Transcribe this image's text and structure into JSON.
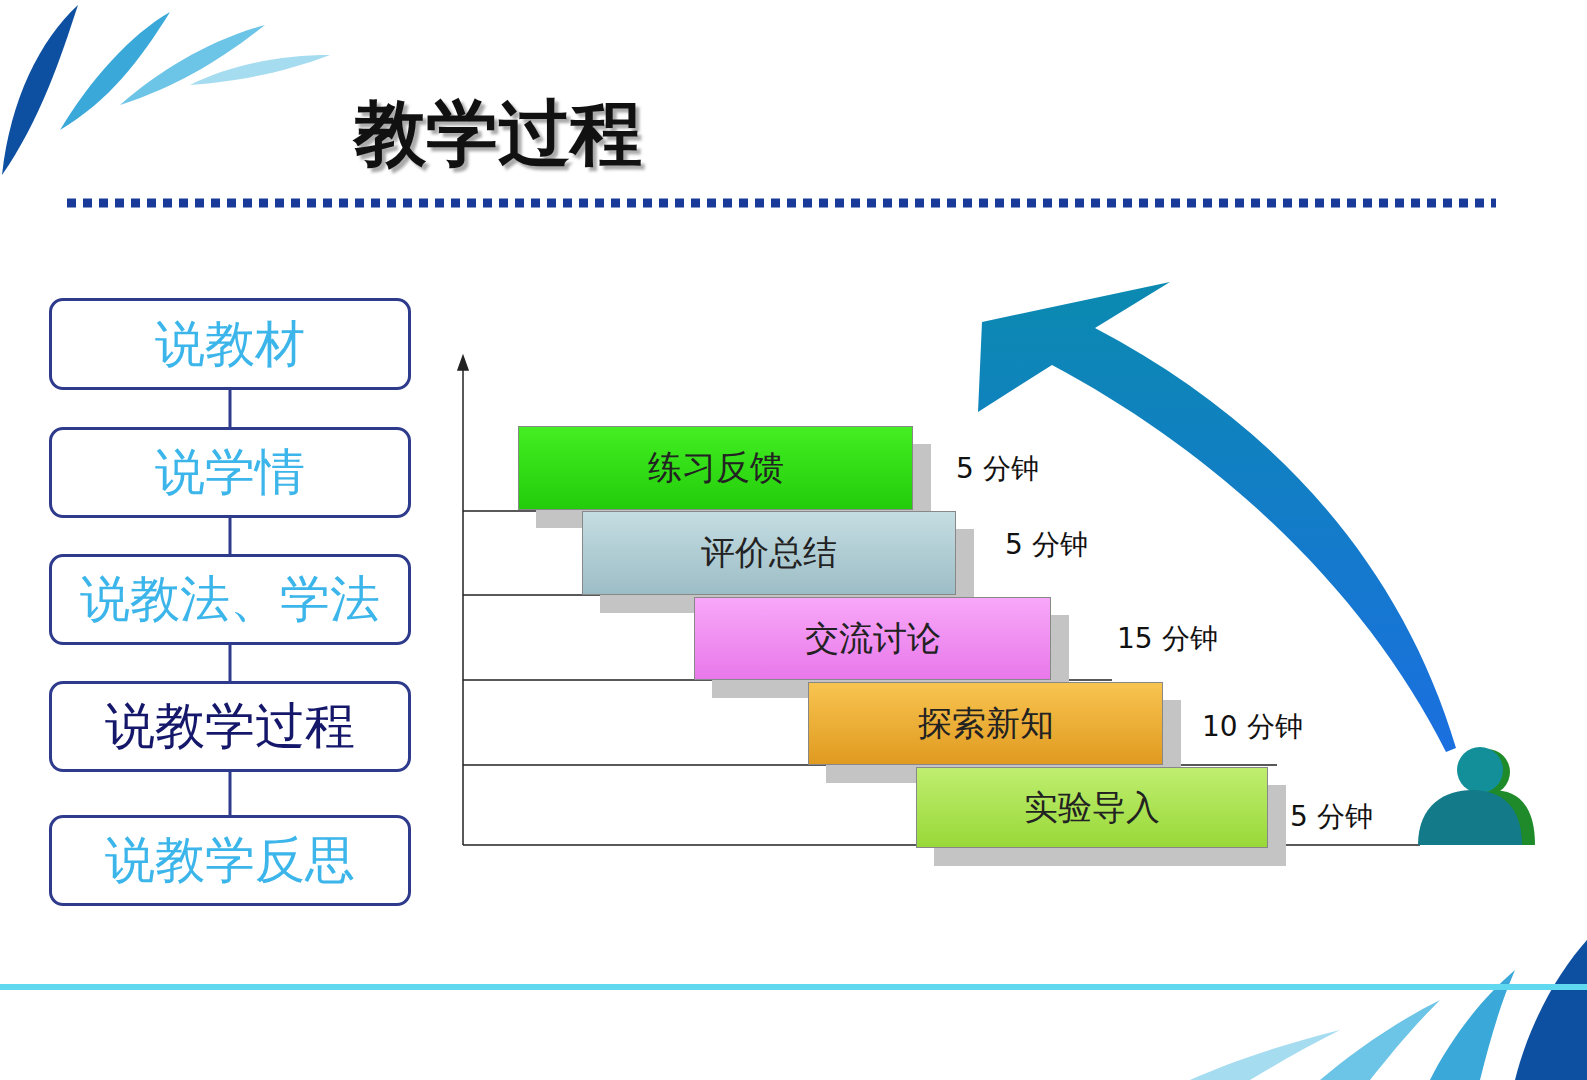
{
  "diagram": {
    "title": "教学过程",
    "nodes": [
      {
        "text": [
          "说教材"
        ]
      },
      {
        "text": [
          "说学情"
        ]
      },
      {
        "text": [
          "说教法、学法"
        ]
      },
      {
        "text": [
          "说教学过程"
        ]
      },
      {
        "text": [
          "说教学反思"
        ]
      },
      {
        "text": [
          "练习反馈"
        ]
      },
      {
        "text": [
          "评价总结"
        ]
      },
      {
        "text": [
          "交流讨论"
        ]
      },
      {
        "text": [
          "探索新知"
        ]
      },
      {
        "text": [
          "实验导入"
        ]
      }
    ],
    "edges": [
      {
        "from": 0,
        "to": 1,
        "arrow": "none"
      },
      {
        "from": 1,
        "to": 2,
        "arrow": "none"
      },
      {
        "from": 2,
        "to": 3,
        "arrow": "none"
      },
      {
        "from": 3,
        "to": 4,
        "arrow": "none"
      }
    ],
    "labels": [
      "5 分钟",
      "5 分钟",
      "15 分钟",
      "10 分钟",
      "5 分钟"
    ]
  }
}
